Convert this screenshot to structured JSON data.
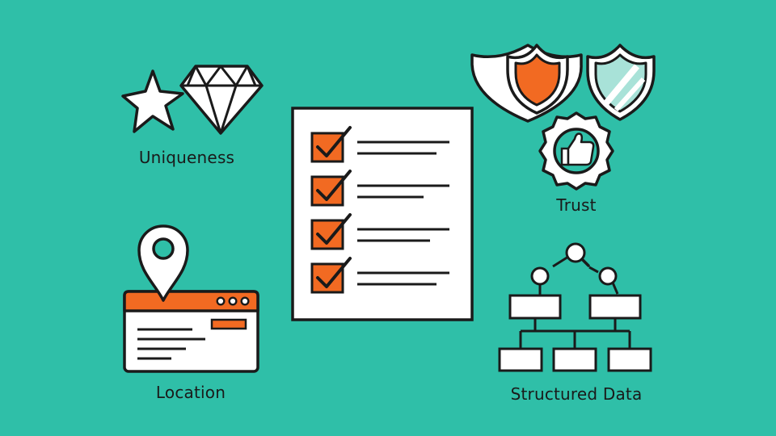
{
  "labels": {
    "uniqueness": "Uniqueness",
    "trust": "Trust",
    "location": "Location",
    "structured_data": "Structured Data"
  },
  "colors": {
    "background": "#2fbfa8",
    "accent": "#f26a22",
    "outline": "#1a1a1a",
    "fill": "#ffffff"
  },
  "checklist": {
    "checked_items": 4
  }
}
